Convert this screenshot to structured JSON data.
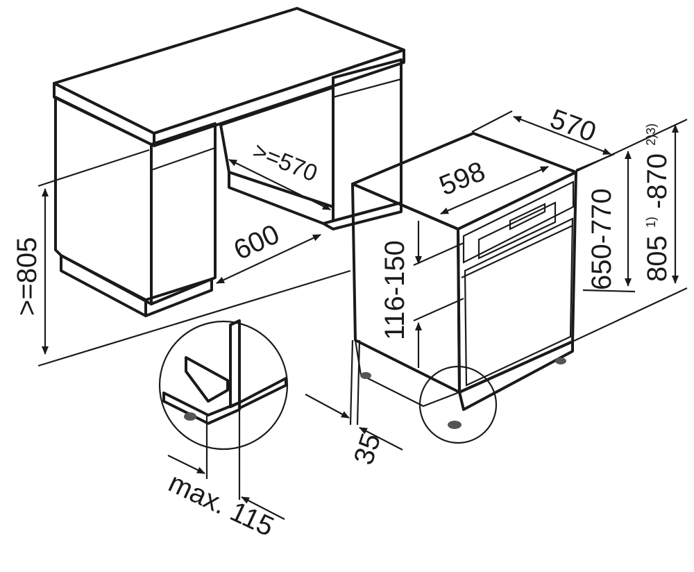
{
  "dimensions": {
    "min_height": ">=805",
    "cabinet_width": "600",
    "niche_depth": ">=570",
    "appliance_width": "598",
    "appliance_depth": "570",
    "panel_height": "116-150",
    "appliance_height": "650-770",
    "total_height_prefix": "805",
    "total_height_sup1": "1)",
    "total_height_mid": "-870",
    "total_height_sup2": "2)3)",
    "toe_kick": "35",
    "max_offset": "max. 115"
  }
}
